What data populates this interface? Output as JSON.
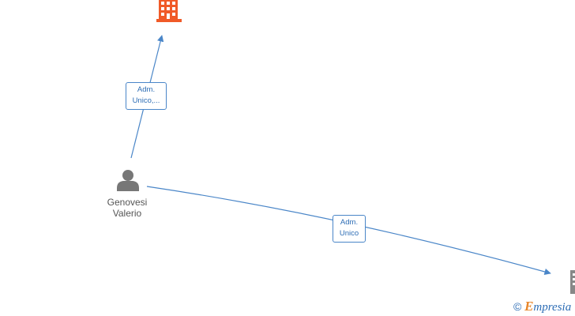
{
  "colors": {
    "company_icon": "#f05a28",
    "company_icon_gray": "#888888",
    "person_icon": "#777777",
    "edge": "#4a86c8",
    "label_text": "#2d6db5"
  },
  "nodes": {
    "company_top": {
      "icon": "building-icon"
    },
    "person": {
      "icon": "person-icon",
      "name_line1": "Genovesi",
      "name_line2": "Valerio"
    },
    "company_right": {
      "icon": "building-icon"
    }
  },
  "edges": [
    {
      "from": "person",
      "to": "company_top",
      "label_line1": "Adm.",
      "label_line2": "Unico,..."
    },
    {
      "from": "person",
      "to": "company_right",
      "label_line1": "Adm.",
      "label_line2": "Unico"
    }
  ],
  "watermark": {
    "copyright": "©",
    "brand_initial": "E",
    "brand_rest": "mpresia"
  }
}
